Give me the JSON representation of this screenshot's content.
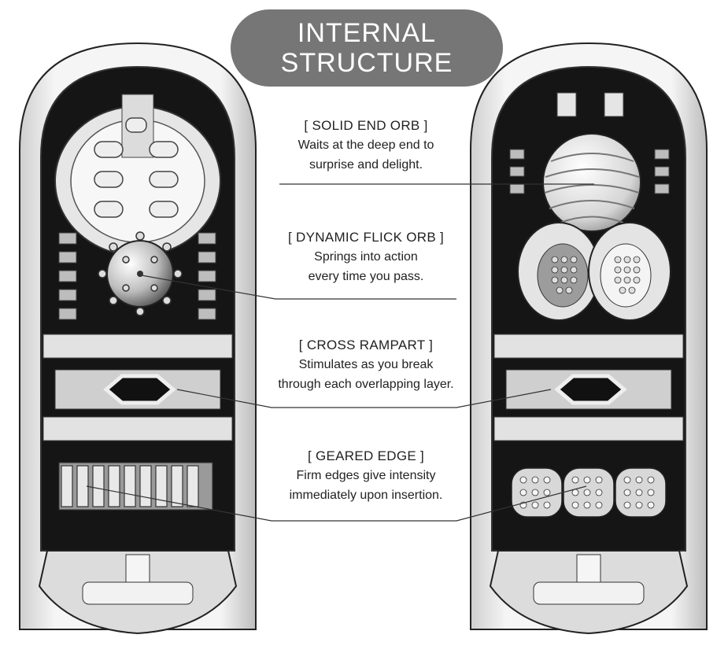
{
  "title": {
    "line1": "INTERNAL",
    "line2": "STRUCTURE"
  },
  "features": [
    {
      "title": "[ SOLID END ORB ]",
      "desc": [
        "Waits at the deep end to",
        "surprise and delight."
      ]
    },
    {
      "title": "[ DYNAMIC FLICK ORB ]",
      "desc": [
        "Springs into action",
        "every time you pass."
      ]
    },
    {
      "title": "[ CROSS RAMPART ]",
      "desc": [
        "Stimulates as you break",
        "through each overlapping layer."
      ]
    },
    {
      "title": "[ GEARED EDGE ]",
      "desc": [
        "Firm edges give intensity",
        "immediately upon insertion."
      ]
    }
  ],
  "colors": {
    "pill": "#767676",
    "line": "#333333",
    "body_dark": "#111111",
    "body_light": "#e9e9e9"
  }
}
